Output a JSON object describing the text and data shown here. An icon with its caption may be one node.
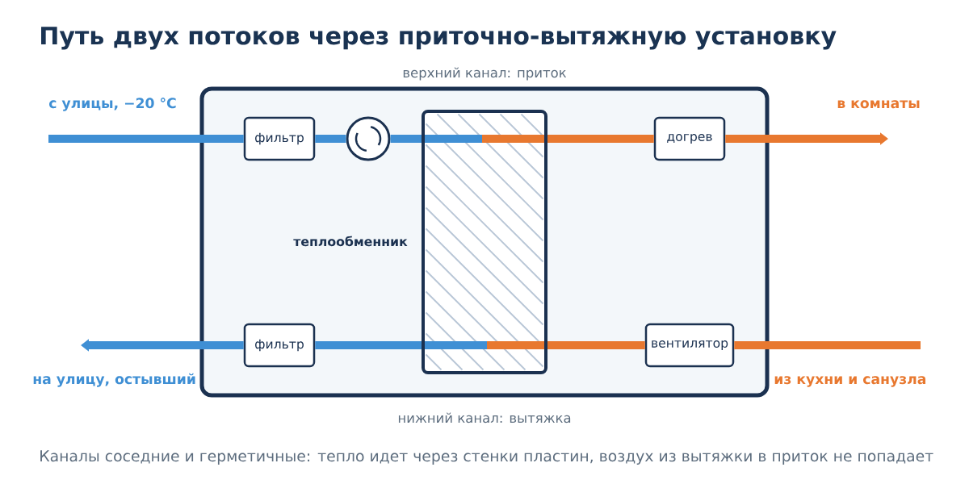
{
  "diagram": {
    "title": "Путь двух потоков через приточно-вытяжную установку",
    "caption": "Каналы соседние и герметичные: тепло идет через стенки пластин, воздух из вытяжки в приток не попадает",
    "nodes": [
      {
        "text": [],
        "shape": "box",
        "beside": [
          "верхний канал: приток",
          "нижний канал: вытяжка"
        ]
      },
      {
        "text": [
          "фильтр"
        ],
        "in": 0
      },
      {
        "text": [],
        "shape": "circle",
        "in": 0
      },
      {
        "text": [],
        "shape": "box",
        "beside": [
          "теплообменник"
        ],
        "in": 0
      },
      {
        "text": [
          "догрев"
        ],
        "in": 0
      },
      {
        "text": [
          "фильтр"
        ],
        "in": 0
      },
      {
        "text": [
          "вентилятор"
        ],
        "in": 0
      }
    ],
    "edges": [
      {
        "from": null,
        "to": 1,
        "arrow": "none"
      },
      {
        "from": 1,
        "to": 2,
        "arrow": "none"
      },
      {
        "from": 2,
        "to": 3,
        "arrow": "none"
      },
      {
        "from": 3,
        "to": 4,
        "arrow": "none",
        "color": "#e8782f"
      },
      {
        "from": 4,
        "to": null,
        "arrow": "to",
        "color": "#e8782f"
      },
      {
        "from": null,
        "to": 6,
        "arrow": "none",
        "color": "#e8782f"
      },
      {
        "from": 6,
        "to": 3,
        "arrow": "none",
        "color": "#e8782f"
      },
      {
        "from": 3,
        "to": 5,
        "arrow": "none"
      },
      {
        "from": 5,
        "to": null,
        "arrow": "to"
      }
    ],
    "labels": [
      "с улицы, −20 °C",
      "в комнаты",
      "на улицу, остывший",
      "из кухни и санузла"
    ]
  }
}
